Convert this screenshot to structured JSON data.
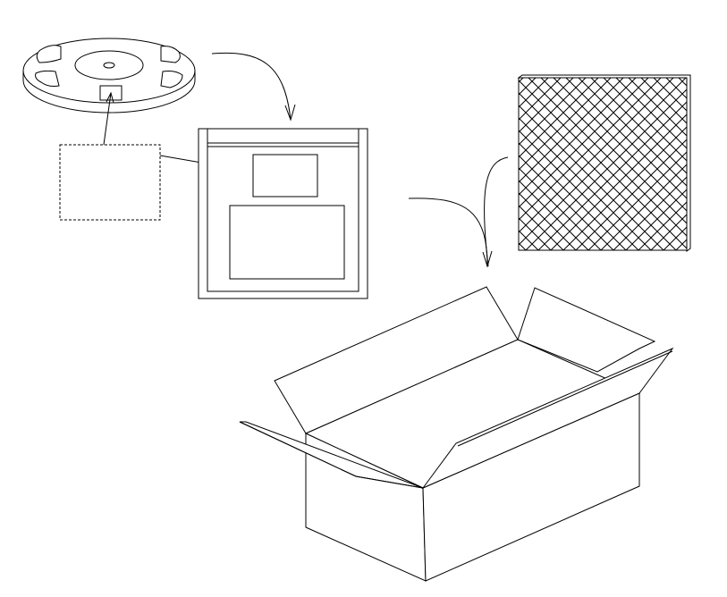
{
  "diagram": {
    "components": [
      "reel",
      "label-card",
      "moisture-barrier-bag",
      "foam-pad",
      "shipping-carton"
    ],
    "arrows": [
      "reel-to-bag",
      "label-to-reel",
      "label-to-bag",
      "bag-to-carton",
      "pad-to-carton"
    ],
    "colors": {
      "stroke": "#000000",
      "background": "#ffffff"
    }
  }
}
